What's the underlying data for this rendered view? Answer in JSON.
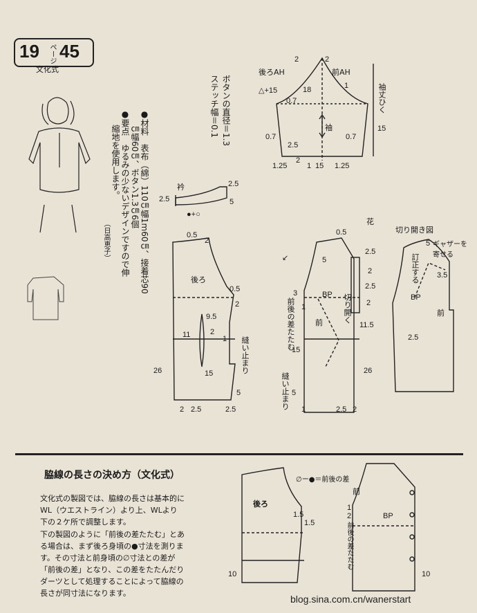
{
  "badge": {
    "page_num": "19",
    "page_word": "ページ",
    "pattern_no": "45",
    "method": "文化式"
  },
  "materials": {
    "line1": "●材料　表布（綿）110㎝幅1m60㎝、接着芯90",
    "line2": "㎝幅60㎝、ボタン1.3㎝6個",
    "line3": "●要点　ゆるみの少ないデザインですので伸",
    "line4": "縮地を使用します。",
    "credit": "（日高恵子）"
  },
  "button_note": {
    "line1": "ボタンの直径＝1.3",
    "line2": "ステッチ幅＝0.1"
  },
  "sleeve": {
    "back_ah": "後ろAH",
    "front_ah": "前AH",
    "label": "袖",
    "length_label": "袖丈ひく",
    "v_2a": "2",
    "v_2b": "2",
    "v_d15": "△+15",
    "v_18": "18",
    "v_1": "1",
    "v_07a": "0.7",
    "v_07b": "0.7",
    "v_07c": "0.7",
    "v_25": "2.5",
    "v_125a": "1.25",
    "v_2c": "2",
    "v_1b": "1",
    "v_15": "15",
    "v_125b": "1.25",
    "v_15b": "15"
  },
  "collar": {
    "label": "衿",
    "v_25a": "2.5",
    "v_25b": "2.5",
    "v_5": "5",
    "mark": "●+○"
  },
  "back": {
    "label": "後ろ",
    "v_05a": "0.5",
    "v_2a": "2",
    "v_05b": "0.5",
    "v_2b": "2",
    "v_95": "9.5",
    "v_11": "11",
    "v_2c": "2",
    "v_1": "1",
    "v_15": "15",
    "v_26": "26",
    "v_5": "5",
    "v_2d": "2",
    "v_25": "2.5",
    "v_25b": "2.5",
    "seam_stop": "縫い止まり"
  },
  "front": {
    "label": "前",
    "mark": "花",
    "v_05": "0.5",
    "v_25a": "2.5",
    "v_5": "5",
    "v_2a": "2",
    "v_25b": "2.5",
    "v_2b": "2",
    "v_3": "3",
    "bp": "BP",
    "v_1": "1",
    "v_115": "11.5",
    "v_15": "15",
    "v_26": "26",
    "v_5b": "5",
    "v_1b": "1",
    "v_25c": "2.5",
    "v_2c": "2",
    "diff_label": "前後の差たたむ",
    "cut_open": "切り開く",
    "seam_stop": "縫い止まり",
    "arrow": "↙"
  },
  "cut_diagram": {
    "title": "切り開き図",
    "v_5": "5",
    "gather": "ギャザーを寄せる",
    "v_35": "3.5",
    "correct": "訂正する",
    "bp": "BP",
    "label": "前",
    "v_25": "2.5"
  },
  "section": {
    "title": "脇線の長さの決め方（文化式）",
    "lines": [
      "文化式の製図では、脇線の長さは基本的に",
      "WL（ウエストライン）より上、WLより",
      "下の２ケ所で調整します。",
      "下の製図のように「前後の差たたむ」とあ",
      "る場合は、まず後ろ身頃の●寸法を測りま",
      "す。その寸法と前身頃の∅寸法との差が",
      "「前後の差」となり、この差をたたんだり",
      "ダーツとして処理することによって脇線の",
      "長さが同寸法になります。"
    ]
  },
  "bottom_diagram": {
    "back": "後ろ",
    "front": "前",
    "legend": "∅ー●＝前後の差",
    "v_15a": "1.5",
    "v_15b": "1.5",
    "v_1": "1",
    "v_10a": "10",
    "v_10b": "10",
    "v_2": "2",
    "bp": "BP",
    "diff_label": "前後の差たたむ"
  },
  "watermark": "blog.sina.com.cn/wanerstart"
}
